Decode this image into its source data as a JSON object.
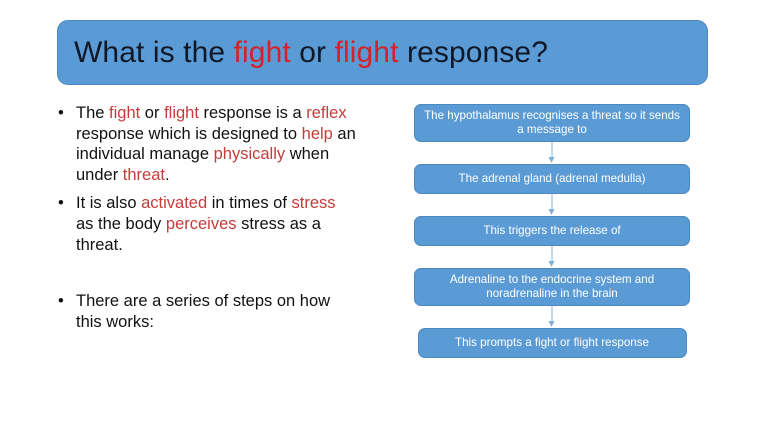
{
  "slide": {
    "background_color": "#ffffff",
    "accent_blue": "#5b9bd5",
    "accent_blue_border": "#4a88c0",
    "title_highlight_red": "#d72029",
    "body_highlight_red": "#c33d3a",
    "arrow_color": "#7fb0dc"
  },
  "title": {
    "full_text": "What is the fight or flight response?",
    "parts": [
      {
        "text": "What is the ",
        "highlight": false
      },
      {
        "text": "fight",
        "highlight": true
      },
      {
        "text": " or ",
        "highlight": false
      },
      {
        "text": "flight",
        "highlight": true
      },
      {
        "text": " response?",
        "highlight": false
      }
    ]
  },
  "bullets": {
    "marker": "•",
    "items": [
      {
        "id": "bullet-1",
        "full_text": "The fight or flight response is a reflex response which is designed to help an individual manage physically when under threat.",
        "parts": [
          {
            "text": "The ",
            "highlight": false
          },
          {
            "text": "fight",
            "highlight": true
          },
          {
            "text": " or ",
            "highlight": false
          },
          {
            "text": "flight",
            "highlight": true
          },
          {
            "text": " response is a ",
            "highlight": false
          },
          {
            "text": "reflex",
            "highlight": true
          },
          {
            "text": " response which is designed to ",
            "highlight": false
          },
          {
            "text": "help",
            "highlight": true
          },
          {
            "text": " an individual manage ",
            "highlight": false
          },
          {
            "text": "physically",
            "highlight": true
          },
          {
            "text": " when under ",
            "highlight": false
          },
          {
            "text": "threat",
            "highlight": true
          },
          {
            "text": ".",
            "highlight": false
          }
        ]
      },
      {
        "id": "bullet-2",
        "full_text": "It is also activated in times of stress as the body perceives stress as a threat.",
        "parts": [
          {
            "text": "It is also ",
            "highlight": false
          },
          {
            "text": "activated",
            "highlight": true
          },
          {
            "text": " in times of ",
            "highlight": false
          },
          {
            "text": "stress",
            "highlight": true
          },
          {
            "text": " as the body ",
            "highlight": false
          },
          {
            "text": "perceives",
            "highlight": true
          },
          {
            "text": " stress as a threat.",
            "highlight": false
          }
        ]
      },
      {
        "id": "bullet-3",
        "full_text": "There are a series of steps on how this works:",
        "parts": [
          {
            "text": "There are a series of steps on how this works:",
            "highlight": false
          }
        ]
      }
    ]
  },
  "flowchart": {
    "arrow_icon": "down-arrow-icon",
    "steps": [
      {
        "id": "step-1",
        "label": "The hypothalamus recognises a threat so it sends a message to",
        "lines": 2
      },
      {
        "id": "step-2",
        "label": "The adrenal gland (adrenal medulla)",
        "lines": 1
      },
      {
        "id": "step-3",
        "label": "This triggers the release of",
        "lines": 1
      },
      {
        "id": "step-4",
        "label": "Adrenaline to the endocrine system and noradrenaline in the brain",
        "lines": 2
      },
      {
        "id": "step-5",
        "label": "This prompts a fight or flight response",
        "lines": 1
      }
    ]
  }
}
